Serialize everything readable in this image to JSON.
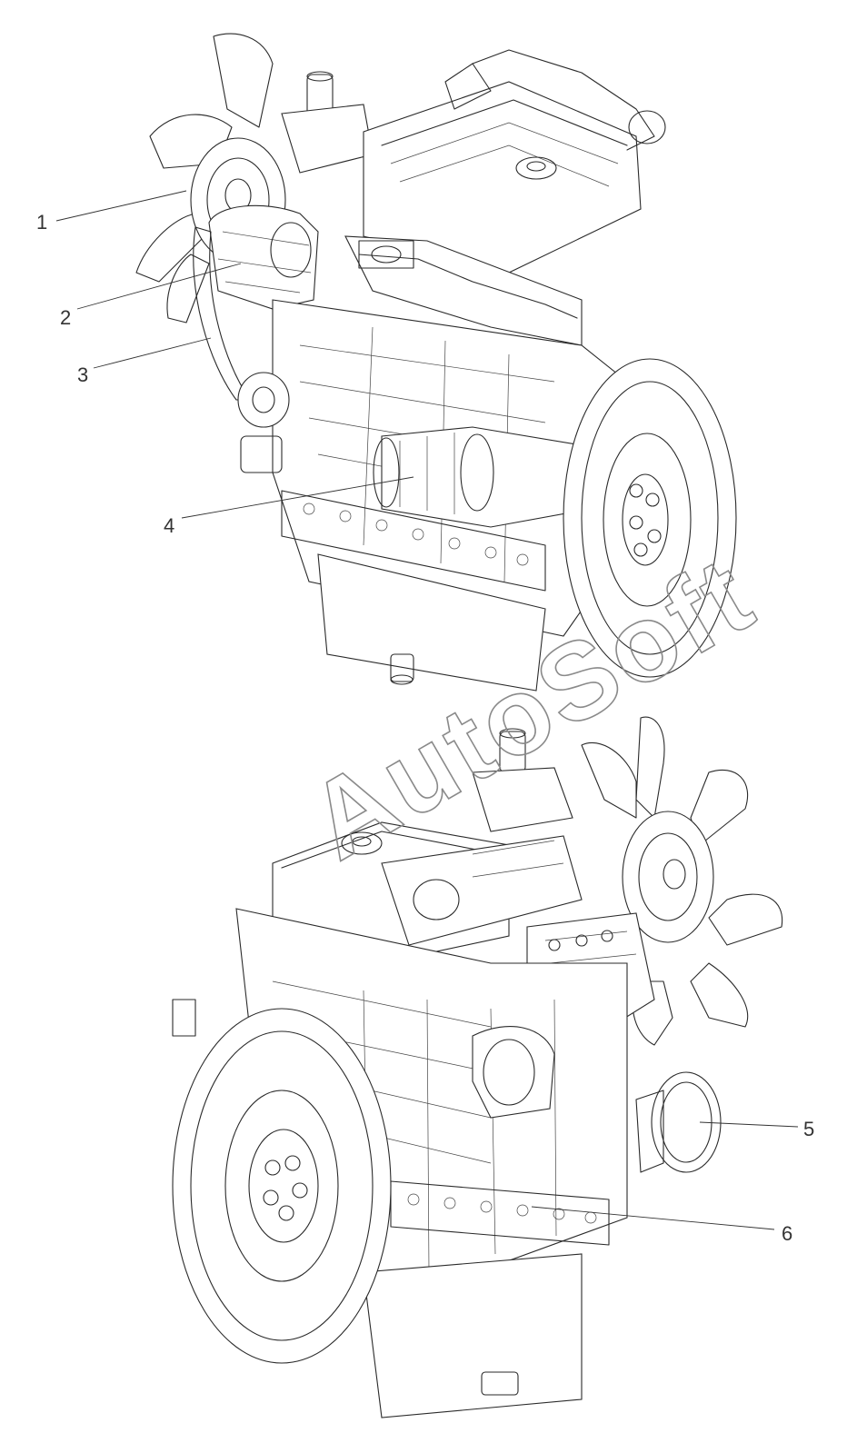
{
  "callouts": [
    {
      "id": "1",
      "label": "1"
    },
    {
      "id": "2",
      "label": "2"
    },
    {
      "id": "3",
      "label": "3"
    },
    {
      "id": "4",
      "label": "4"
    },
    {
      "id": "5",
      "label": "5"
    },
    {
      "id": "6",
      "label": "6"
    }
  ],
  "watermark": "AutoSoft",
  "icons": [
    "engine-front-left-view",
    "engine-rear-right-view"
  ],
  "colors": {
    "line": "#2a2a2a",
    "background": "#ffffff",
    "watermark": "#8a8a8a"
  }
}
